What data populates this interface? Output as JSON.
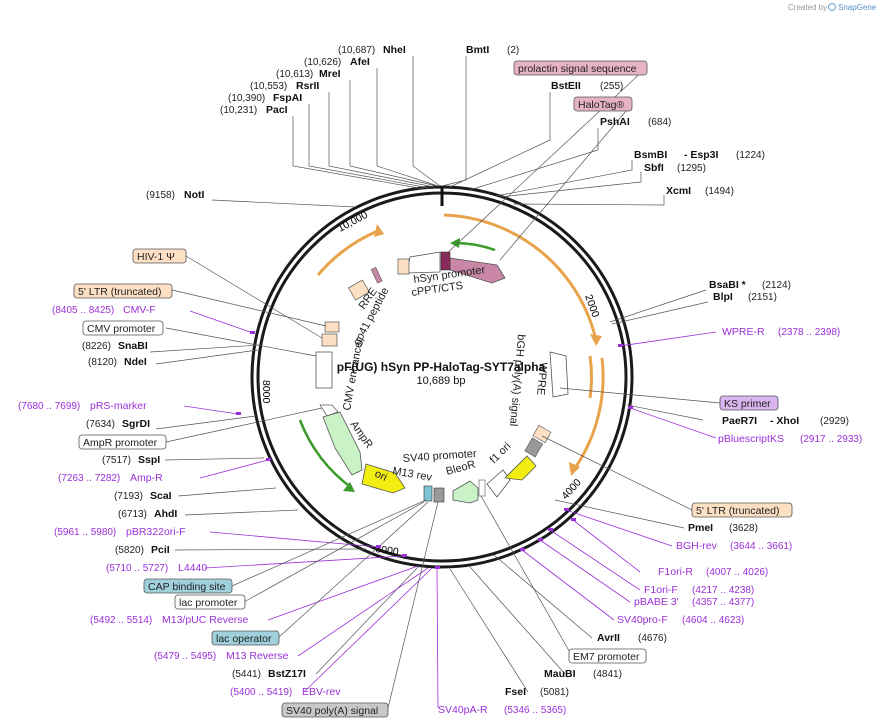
{
  "credit": {
    "created_by": "Created by",
    "brand": "SnapGene"
  },
  "center": {
    "name": "pF(UG) hSyn PP-HaloTag-SYT7alpha",
    "length": "10,689 bp"
  },
  "ruler": [
    "2000",
    "4000",
    "6000",
    "8000",
    "10,000"
  ],
  "enzymes": [
    {
      "name": "NheI",
      "pos": "(10,687)"
    },
    {
      "name": "BmtI",
      "pos": "(2)"
    },
    {
      "name": "AfeI",
      "pos": "(10,626)"
    },
    {
      "name": "MreI",
      "pos": "(10,613)"
    },
    {
      "name": "RsrII",
      "pos": "(10,553)"
    },
    {
      "name": "FspAI",
      "pos": "(10,390)"
    },
    {
      "name": "PacI",
      "pos": "(10,231)"
    },
    {
      "name": "BstEII",
      "pos": "(255)"
    },
    {
      "name": "PshAI",
      "pos": "(684)"
    },
    {
      "name": "BsmBI",
      "pos": ""
    },
    {
      "name": "- Esp3I",
      "pos": "(1224)"
    },
    {
      "name": "SbfI",
      "pos": "(1295)"
    },
    {
      "name": "XcmI",
      "pos": "(1494)"
    },
    {
      "name": "NotI",
      "pos": "(9158)"
    },
    {
      "name": "BsaBI *",
      "pos": "(2124)"
    },
    {
      "name": "BlpI",
      "pos": "(2151)"
    },
    {
      "name": "SnaBI",
      "pos": "(8226)"
    },
    {
      "name": "NdeI",
      "pos": "(8120)"
    },
    {
      "name": "PaeR7I",
      "pos": ""
    },
    {
      "name": "- XhoI",
      "pos": "(2929)"
    },
    {
      "name": "SgrDI",
      "pos": "(7634)"
    },
    {
      "name": "SspI",
      "pos": "(7517)"
    },
    {
      "name": "ScaI",
      "pos": "(7193)"
    },
    {
      "name": "AhdI",
      "pos": "(6713)"
    },
    {
      "name": "PmeI",
      "pos": "(3628)"
    },
    {
      "name": "PciI",
      "pos": "(5820)"
    },
    {
      "name": "AvrII",
      "pos": "(4676)"
    },
    {
      "name": "MauBI",
      "pos": "(4841)"
    },
    {
      "name": "BstZ17I",
      "pos": "(5441)"
    },
    {
      "name": "FseI",
      "pos": "(5081)"
    }
  ],
  "primers": [
    {
      "name": "WPRE-R",
      "pos": "(2378 .. 2398)"
    },
    {
      "name": "CMV-F",
      "pos": "(8405 .. 8425)"
    },
    {
      "name": "pRS-marker",
      "pos": "(7680 .. 7699)"
    },
    {
      "name": "pBluescriptKS",
      "pos": "(2917 .. 2933)"
    },
    {
      "name": "Amp-R",
      "pos": "(7263 .. 7282)"
    },
    {
      "name": "BGH-rev",
      "pos": "(3644 .. 3661)"
    },
    {
      "name": "pBR322ori-F",
      "pos": "(5961 .. 5980)"
    },
    {
      "name": "L4440",
      "pos": "(5710 .. 5727)"
    },
    {
      "name": "F1ori-R",
      "pos": "(4007 .. 4026)"
    },
    {
      "name": "F1ori-F",
      "pos": "(4217 .. 4238)"
    },
    {
      "name": "pBABE 3'",
      "pos": "(4357 .. 4377)"
    },
    {
      "name": "M13/pUC Reverse",
      "pos": "(5492 .. 5514)"
    },
    {
      "name": "SV40pro-F",
      "pos": "(4604 .. 4623)"
    },
    {
      "name": "M13 Reverse",
      "pos": "(5479 .. 5495)"
    },
    {
      "name": "EBV-rev",
      "pos": "(5400 .. 5419)"
    },
    {
      "name": "SV40pA-R",
      "pos": "(5346 .. 5365)"
    }
  ],
  "features": [
    {
      "name": "prolactin signal sequence",
      "color": "#e6b3c6"
    },
    {
      "name": "HaloTag®",
      "color": "#e6b3c6"
    },
    {
      "name": "HIV-1 Ψ",
      "color": "#fde0c4"
    },
    {
      "name": "5' LTR (truncated)",
      "color": "#fde0c4"
    },
    {
      "name": "CMV promoter",
      "color": "#ffffff"
    },
    {
      "name": "AmpR promoter",
      "color": "#ffffff"
    },
    {
      "name": "KS primer",
      "color": "#dab4ee"
    },
    {
      "name": "5' LTR (truncated)",
      "color": "#fde0c4"
    },
    {
      "name": "CAP binding site",
      "color": "#9fd0dc"
    },
    {
      "name": "lac promoter",
      "color": "#ffffff"
    },
    {
      "name": "lac operator",
      "color": "#9fd0dc"
    },
    {
      "name": "EM7 promoter",
      "color": "#ffffff"
    },
    {
      "name": "SV40 poly(A) signal",
      "color": "#c8c8c8"
    }
  ],
  "inner_labels": [
    "hSyn promoter",
    "cPPT/CTS",
    "RRE",
    "gp41 peptide",
    "CMV enhancer",
    "AmpR",
    "ori",
    "SV40 promoter",
    "M13 rev",
    "BleoR",
    "f1 ori",
    "bGH poly(A) signal",
    "WPRE"
  ]
}
